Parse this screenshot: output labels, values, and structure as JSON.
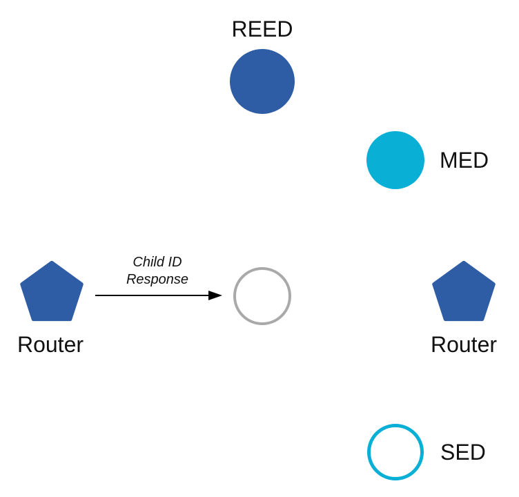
{
  "diagram": {
    "background": "#ffffff",
    "colors": {
      "node_blue": "#2E5DA6",
      "node_cyan": "#09AFD5",
      "inactive_stroke": "#A9A9A9",
      "white_fill": "#FFFFFF",
      "arrow": "#000000",
      "text": "#111111"
    },
    "nodes": {
      "reed": {
        "label": "REED",
        "shape": "filled-circle"
      },
      "med": {
        "label": "MED",
        "shape": "filled-circle"
      },
      "router_left": {
        "label": "Router",
        "shape": "pentagon"
      },
      "joiner": {
        "label": "",
        "shape": "outlined-circle-gray"
      },
      "router_right": {
        "label": "Router",
        "shape": "pentagon"
      },
      "sed": {
        "label": "SED",
        "shape": "outlined-circle-cyan"
      }
    },
    "arrow_label": {
      "line1": "Child ID",
      "line2": "Response"
    }
  }
}
